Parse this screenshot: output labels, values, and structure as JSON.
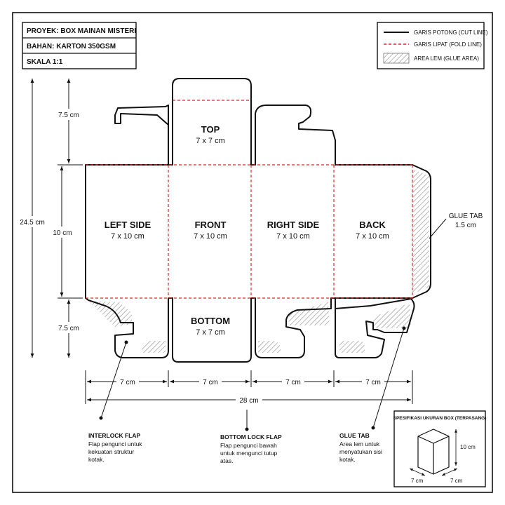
{
  "title_block": {
    "project": "PROYEK: BOX MAINAN MISTERI",
    "material": "BAHAN: KARTON 350GSM",
    "scale": "SKALA 1:1"
  },
  "legend": {
    "cut_line": "GARIS POTONG (CUT LINE)",
    "fold_line": "GARIS LIPAT (FOLD LINE)",
    "glue_area": "AREA LEM (GLUE AREA)"
  },
  "colors": {
    "cut_line": "#111111",
    "fold_line": "#d62828",
    "glue_hatch": "#8a8a8a"
  },
  "panels": {
    "top": {
      "name": "TOP",
      "size": "7 x 7 cm"
    },
    "left_side": {
      "name": "LEFT SIDE",
      "size": "7 x 10 cm"
    },
    "front": {
      "name": "FRONT",
      "size": "7 x 10 cm"
    },
    "right_side": {
      "name": "RIGHT SIDE",
      "size": "7 x 10 cm"
    },
    "back": {
      "name": "BACK",
      "size": "7 x 10 cm"
    },
    "bottom": {
      "name": "BOTTOM",
      "size": "7 x 7 cm"
    }
  },
  "dimensions": {
    "total_height": "24.5 cm",
    "top_flap_height": "7.5 cm",
    "body_height": "10 cm",
    "bottom_flap_height": "7.5 cm",
    "panel_widths": [
      "7 cm",
      "7 cm",
      "7 cm",
      "7 cm"
    ],
    "total_width": "28 cm"
  },
  "glue_tab": {
    "title": "GLUE TAB",
    "size": "1.5 cm"
  },
  "callouts": {
    "interlock": {
      "title": "INTERLOCK FLAP",
      "lines": [
        "Flap pengunci untuk",
        "kekuatan struktur",
        "kotak."
      ]
    },
    "bottom_lock": {
      "title": "BOTTOM LOCK FLAP",
      "lines": [
        "Flap pengunci bawah",
        "untuk mengunci tutup",
        "atas."
      ]
    },
    "glue_tab": {
      "title": "GLUE TAB",
      "lines": [
        "Area lem untuk",
        "menyatukan sisi",
        "kotak."
      ]
    }
  },
  "spec_box": {
    "title": "SPESIFIKASI UKURAN BOX (TERPASANG)",
    "height": "10 cm",
    "width": "7 cm",
    "depth": "7 cm"
  }
}
